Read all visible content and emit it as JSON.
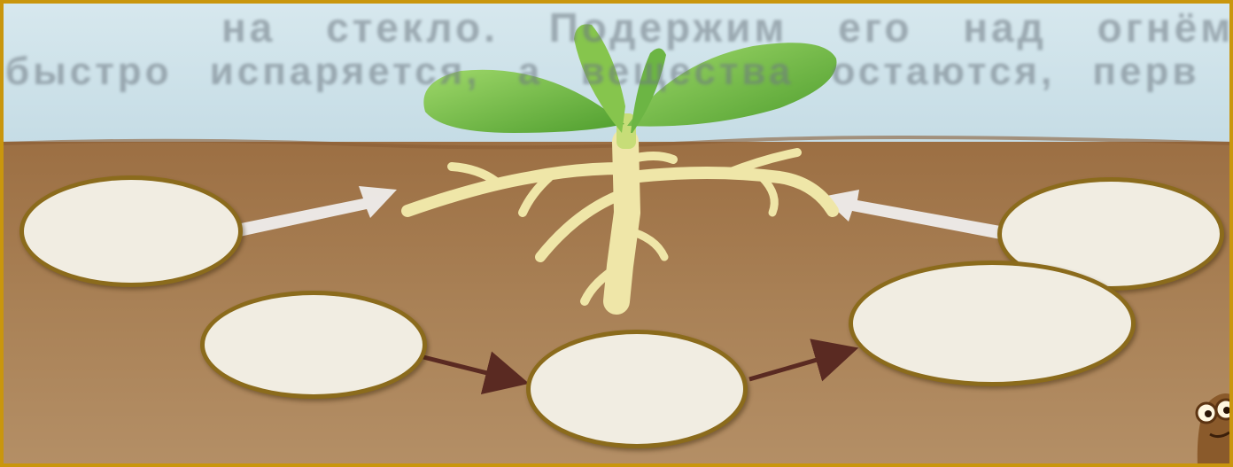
{
  "scene": {
    "background_text_line1": "на стекло. Подержим его над огнём. Вода",
    "background_text_line2": "быстро испаряется, а вещества остаются, перв",
    "colors": {
      "sky": "#cfe3ea",
      "soil": "#a97e4f",
      "border": "#c9960d",
      "oval_fill": "#f1ede2",
      "oval_border": "#8b6b1c",
      "white_arrow": "#f1f1f1",
      "dark_arrow": "#5a2a22",
      "leaf": "#7cc44a",
      "root": "#efe6a8"
    }
  },
  "blanks": [
    {
      "id": "oval1",
      "text": ""
    },
    {
      "id": "oval2",
      "text": ""
    },
    {
      "id": "oval3",
      "text": ""
    },
    {
      "id": "oval4",
      "text": ""
    },
    {
      "id": "oval5",
      "text": ""
    }
  ]
}
